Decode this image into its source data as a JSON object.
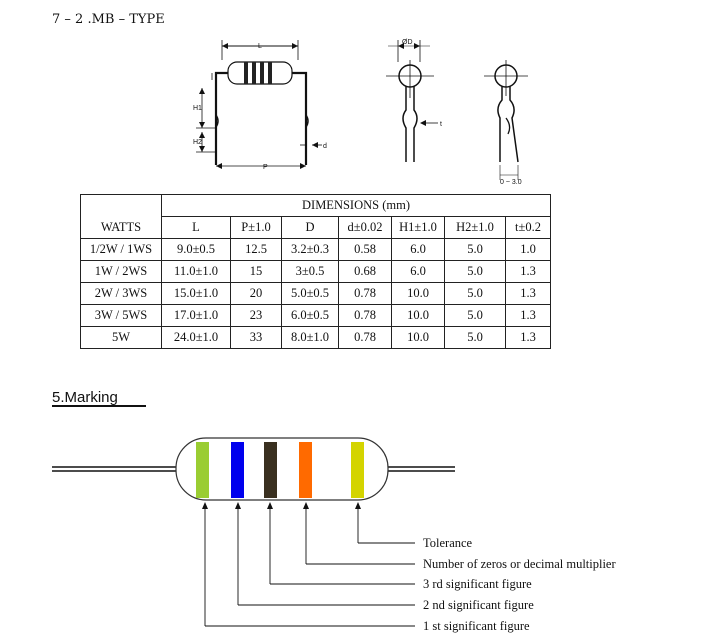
{
  "header": {
    "title": "7 – 2 .MB – TYPE"
  },
  "diagram": {
    "labels": {
      "L": "L",
      "H1": "H1",
      "H2": "H2",
      "P": "P",
      "d": "d",
      "D": "ØD",
      "t": "t",
      "bottom": "0 ~ 3.0"
    }
  },
  "dimensions_table": {
    "caption": "DIMENSIONS (mm)",
    "columns": [
      "WATTS",
      "L",
      "P±1.0",
      "D",
      "d±0.02",
      "H1±1.0",
      "H2±1.0",
      "t±0.2"
    ],
    "rows": [
      [
        "1/2W / 1WS",
        "9.0±0.5",
        "12.5",
        "3.2±0.3",
        "0.58",
        "6.0",
        "5.0",
        "1.0"
      ],
      [
        "1W / 2WS",
        "11.0±1.0",
        "15",
        "3±0.5",
        "0.68",
        "6.0",
        "5.0",
        "1.3"
      ],
      [
        "2W / 3WS",
        "15.0±1.0",
        "20",
        "5.0±0.5",
        "0.78",
        "10.0",
        "5.0",
        "1.3"
      ],
      [
        "3W / 5WS",
        "17.0±1.0",
        "23",
        "6.0±0.5",
        "0.78",
        "10.0",
        "5.0",
        "1.3"
      ],
      [
        "5W",
        "24.0±1.0",
        "33",
        "8.0±1.0",
        "0.78",
        "10.0",
        "5.0",
        "1.3"
      ]
    ]
  },
  "marking": {
    "title": "5.Marking",
    "band_colors": [
      "#9acd32",
      "#0000ee",
      "#3a3020",
      "#ff6a00",
      "#d4d400"
    ],
    "legend": [
      "Tolerance",
      "Number of zeros or decimal multiplier",
      "3 rd significant figure",
      "2 nd significant figure",
      "1 st significant figure"
    ]
  }
}
